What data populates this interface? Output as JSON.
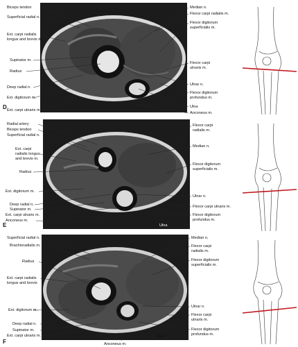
{
  "panels": [
    {
      "letter": "D",
      "left_labels": [
        "Biceps tendon",
        "Superficial radial n.",
        "Ext. carpi radialis",
        "longus and brevis m.",
        "Supinator m.",
        "Radius",
        "Deep radial n.",
        "Ext. digitorum m.",
        "Ext. carpi ulnaris m."
      ],
      "right_labels": [
        "Median n.",
        "Flexor carpi radialis m.",
        "Flexor digitorum",
        "superficialis m.",
        "Flexor carpi",
        "ulnaris m.",
        "Ulnar n.",
        "Flexor digitorum",
        "profundus m.",
        "Ulna",
        "Anconeus m."
      ]
    },
    {
      "letter": "E",
      "left_labels": [
        "Radial artery",
        "Biceps tendon",
        "Superficial radial n.",
        "Ext. carpi",
        "radialis longus",
        "and brevis m.",
        "Radius",
        "Ext. digitorum m.",
        "Deep radial n.",
        "Supinator m.",
        "Ext. carpi ulnaris m.",
        "Anconeus m."
      ],
      "right_labels": [
        "Flexor carpi",
        "radialis m.",
        "Median n.",
        "Flexor digitorum",
        "superficialis m.",
        "Ulnar n.",
        "Flexor carpi ulnaris m.",
        "Flexor digitorum",
        "profundus m."
      ],
      "inimg_label": "Ulna"
    },
    {
      "letter": "F",
      "left_labels": [
        "Superficial radial n.",
        "Brachioradialis m.",
        "Radius",
        "Ext. carpi radialis",
        "longus and brevis",
        "Ext. digitorum m.",
        "Deep radial n.",
        "Supinator m.",
        "Ext. carpi ulnaris m."
      ],
      "right_labels": [
        "Median n.",
        "Flexor carpi",
        "radialis m.",
        "Flexor digitorum",
        "superficialis m.",
        "Ulnar n.",
        "Flexor carpi",
        "ulnaris m.",
        "Flexor digitorum",
        "profundus m."
      ],
      "inimg_label": "Ulna",
      "bottom_label": "Anconeus m."
    }
  ]
}
